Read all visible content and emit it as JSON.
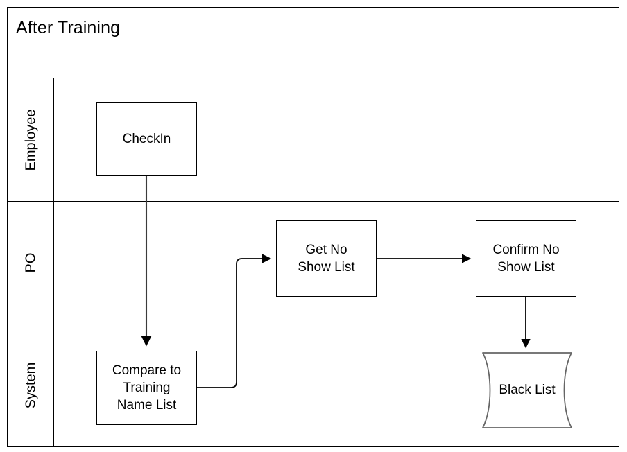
{
  "diagram": {
    "title": "After Training",
    "type": "swimlane-flowchart",
    "lanes": [
      {
        "id": "employee",
        "label": "Employee"
      },
      {
        "id": "po",
        "label": "PO"
      },
      {
        "id": "system",
        "label": "System"
      }
    ],
    "nodes": [
      {
        "id": "checkin",
        "label": "CheckIn",
        "lane": "employee",
        "shape": "process"
      },
      {
        "id": "getnoshow",
        "label": "Get No\nShow List",
        "lane": "po",
        "shape": "process"
      },
      {
        "id": "confirm",
        "label": "Confirm No\nShow List",
        "lane": "po",
        "shape": "process"
      },
      {
        "id": "compare",
        "label": "Compare to\nTraining\nName List",
        "lane": "system",
        "shape": "process"
      },
      {
        "id": "blacklist",
        "label": "Black List",
        "lane": "system",
        "shape": "data-store"
      }
    ],
    "edges": [
      {
        "id": "e1",
        "from": "checkin",
        "to": "compare",
        "label": ""
      },
      {
        "id": "e2",
        "from": "compare",
        "to": "getnoshow",
        "label": ""
      },
      {
        "id": "e3",
        "from": "getnoshow",
        "to": "confirm",
        "label": ""
      },
      {
        "id": "e4",
        "from": "confirm",
        "to": "blacklist",
        "label": ""
      }
    ],
    "colors": {
      "stroke": "#000000",
      "fill": "#ffffff",
      "datastore_stroke": "#666666",
      "background": "#ffffff"
    }
  }
}
